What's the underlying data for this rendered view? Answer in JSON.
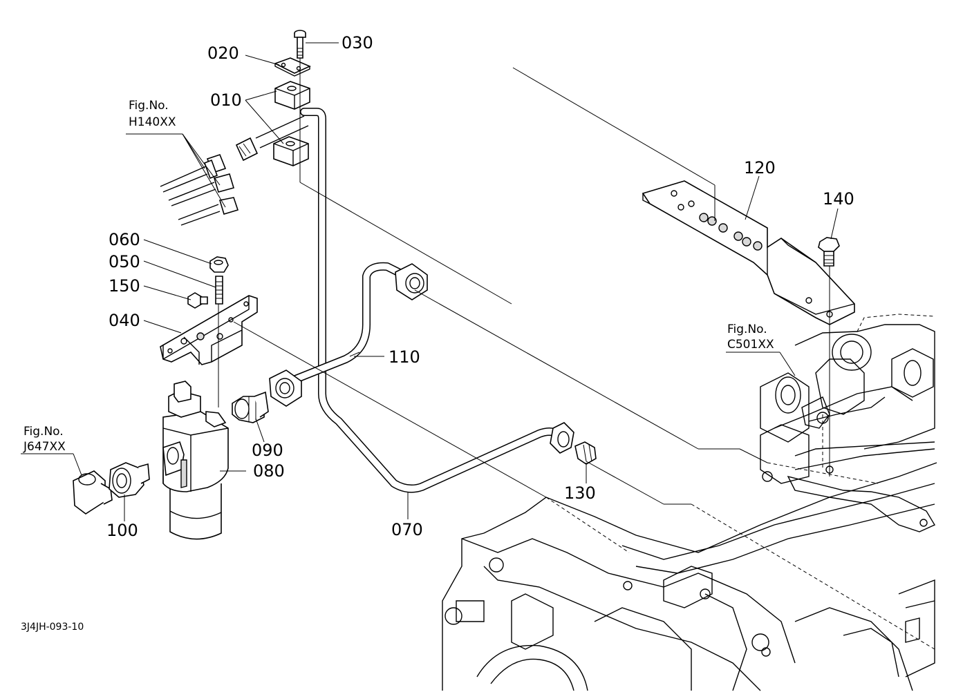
{
  "callouts": [
    {
      "id": "010",
      "text": "010"
    },
    {
      "id": "020",
      "text": "020"
    },
    {
      "id": "030",
      "text": "030"
    },
    {
      "id": "040",
      "text": "040"
    },
    {
      "id": "050",
      "text": "050"
    },
    {
      "id": "060",
      "text": "060"
    },
    {
      "id": "070",
      "text": "070"
    },
    {
      "id": "080",
      "text": "080"
    },
    {
      "id": "090",
      "text": "090"
    },
    {
      "id": "100",
      "text": "100"
    },
    {
      "id": "110",
      "text": "110"
    },
    {
      "id": "120",
      "text": "120"
    },
    {
      "id": "130",
      "text": "130"
    },
    {
      "id": "140",
      "text": "140"
    },
    {
      "id": "150",
      "text": "150"
    }
  ],
  "figure_refs": [
    {
      "line1": "Fig.No.",
      "line2": "H140XX"
    },
    {
      "line1": "Fig.No.",
      "line2": "J647XX"
    },
    {
      "line1": "Fig.No.",
      "line2": "C501XX"
    }
  ],
  "diagram_code": "3J4JH-093-10"
}
